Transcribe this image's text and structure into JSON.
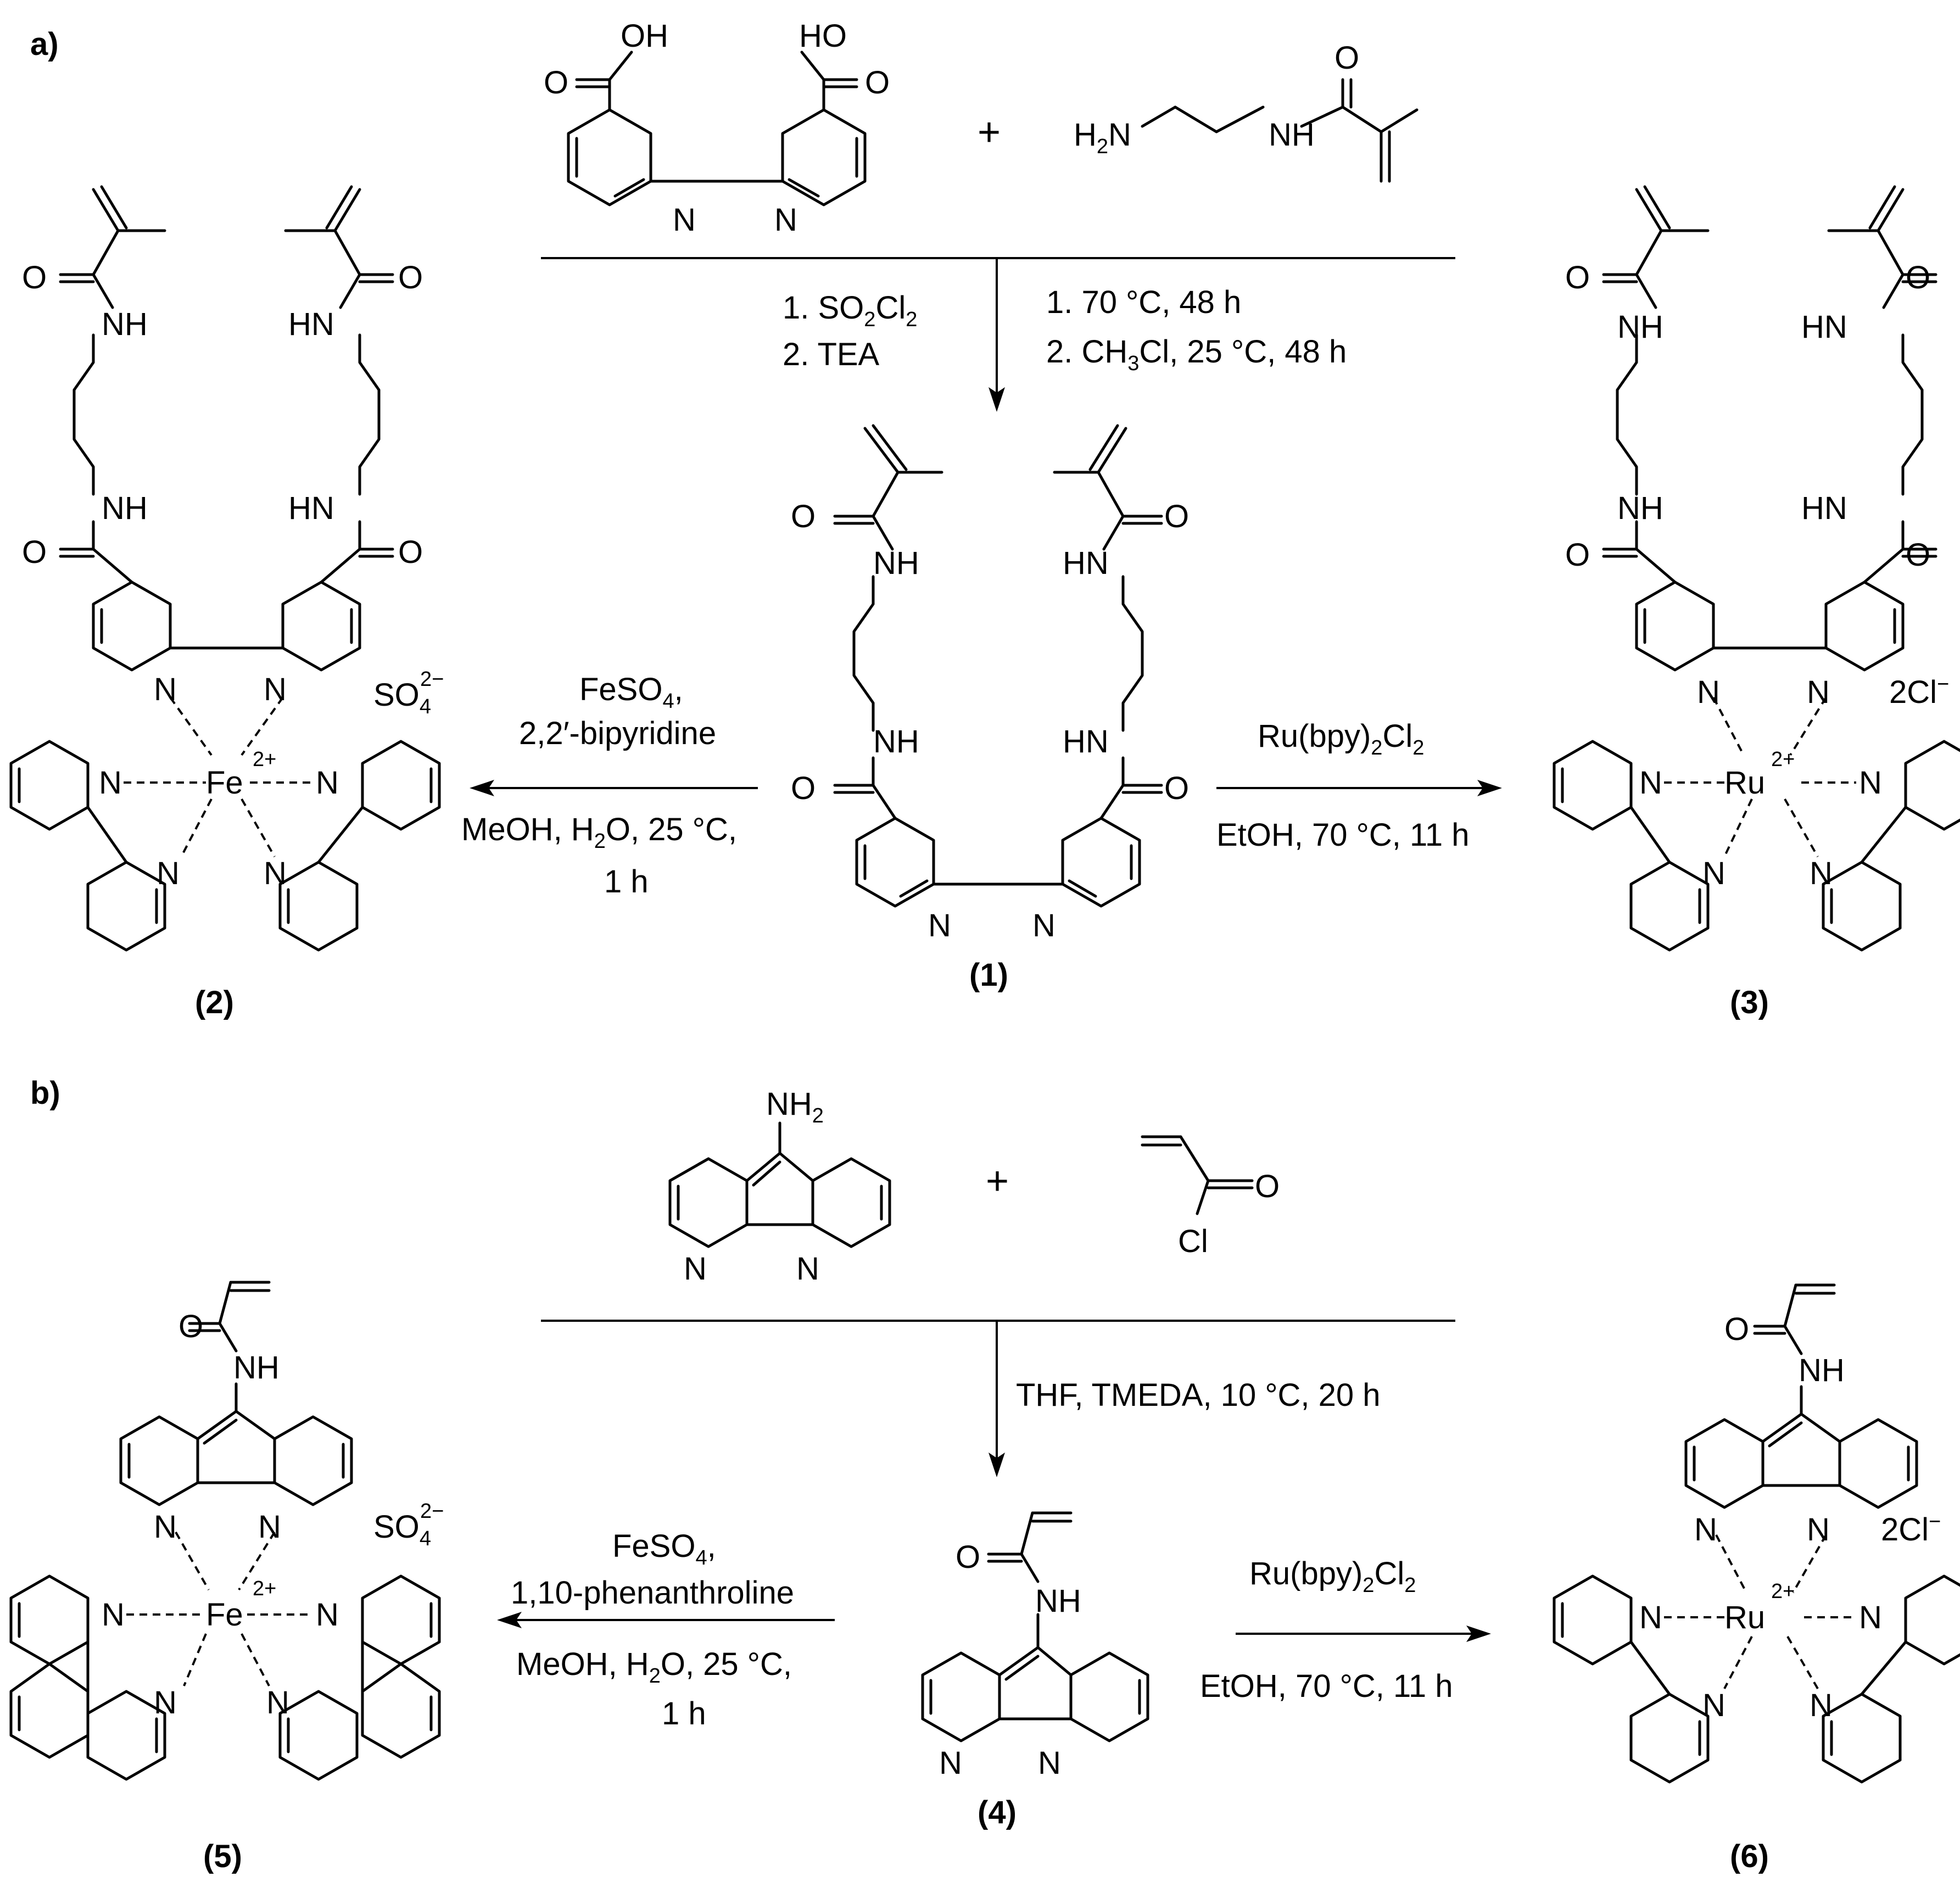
{
  "panels": {
    "a": "a)",
    "b": "b)"
  },
  "plus_sign": "+",
  "compounds": {
    "c1": "(1)",
    "c2": "(2)",
    "c3": "(3)",
    "c4": "(4)",
    "c5": "(5)",
    "c6": "(6)"
  },
  "conditions_a": {
    "top_left_1": "1. SO",
    "top_left_1_sub": "2",
    "top_left_1_tail": "Cl",
    "top_left_1_sub2": "2",
    "top_left_2": "2. TEA",
    "top_right_1": "1. 70 °C, 48 h",
    "top_right_2": "2. CH",
    "top_right_2_sub": "3",
    "top_right_2_tail": "Cl, 25 °C, 48 h",
    "left_1": "FeSO",
    "left_1_sub": "4",
    "left_1_tail": ",",
    "left_2": "2,2′-bipyridine",
    "left_3": "MeOH, H",
    "left_3_sub": "2",
    "left_3_tail": "O, 25 °C,",
    "left_4": "1 h",
    "right_1": "Ru(bpy)",
    "right_1_sub": "2",
    "right_1_tail": "Cl",
    "right_1_sub2": "2",
    "right_2": "EtOH, 70 °C, 11 h"
  },
  "conditions_b": {
    "top_1": "THF, TMEDA, 10 °C, 20 h",
    "left_1": "FeSO",
    "left_1_sub": "4",
    "left_1_tail": ",",
    "left_2": "1,10-phenanthroline",
    "left_3": "MeOH, H",
    "left_3_sub": "2",
    "left_3_tail": "O, 25 °C,",
    "left_4": "1 h",
    "right_1": "Ru(bpy)",
    "right_1_sub": "2",
    "right_1_tail": "Cl",
    "right_1_sub2": "2",
    "right_2": "EtOH, 70 °C, 11 h"
  },
  "counter_ions": {
    "sulfate": "SO",
    "sulfate_sub": "4",
    "sulfate_sup": "2−",
    "chloride": "2Cl",
    "chloride_sup": "−"
  },
  "metals": {
    "iron": "Fe",
    "ruthenium": "Ru",
    "charge": "2+"
  },
  "atoms": {
    "N": "N",
    "NH": "NH",
    "HN": "HN",
    "O": "O",
    "OH": "OH",
    "HO": "HO",
    "Cl": "Cl",
    "H": "H",
    "sub2": "2"
  }
}
